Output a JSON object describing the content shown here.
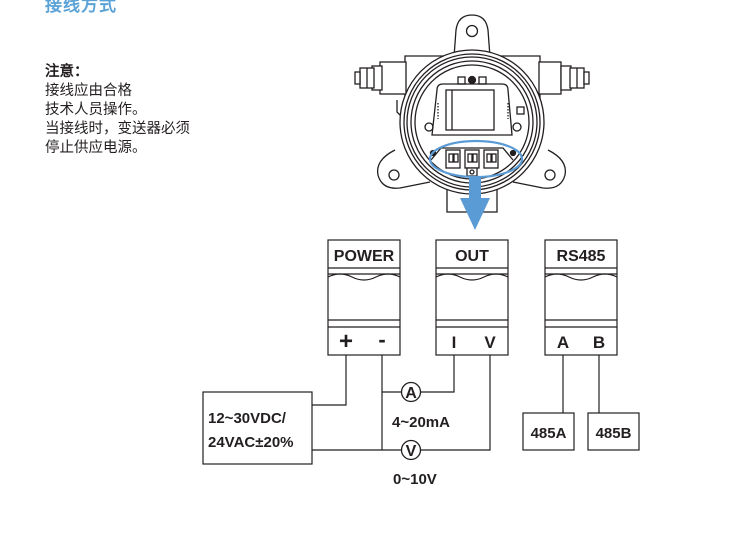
{
  "section_heading": "接线方式",
  "notice": {
    "title": "注意：",
    "lines": [
      "接线应由合格",
      "技术人员操作。",
      "当接线时，变送器必须",
      "停止供应电源。"
    ]
  },
  "terminals": [
    {
      "name": "POWER",
      "pins": [
        "+",
        "-"
      ]
    },
    {
      "name": "OUT",
      "pins": [
        "I",
        "V"
      ]
    },
    {
      "name": "RS485",
      "pins": [
        "A",
        "B"
      ]
    }
  ],
  "power_supply": {
    "line1": "12~30VDC/",
    "line2": "24VAC±20%"
  },
  "meters": [
    {
      "symbol": "A",
      "label": "4~20mA"
    },
    {
      "symbol": "V",
      "label": "0~10V"
    }
  ],
  "rs485_outputs": [
    "485A",
    "485B"
  ],
  "colors": {
    "accent": "#5B9BD5",
    "line": "#231F20"
  }
}
